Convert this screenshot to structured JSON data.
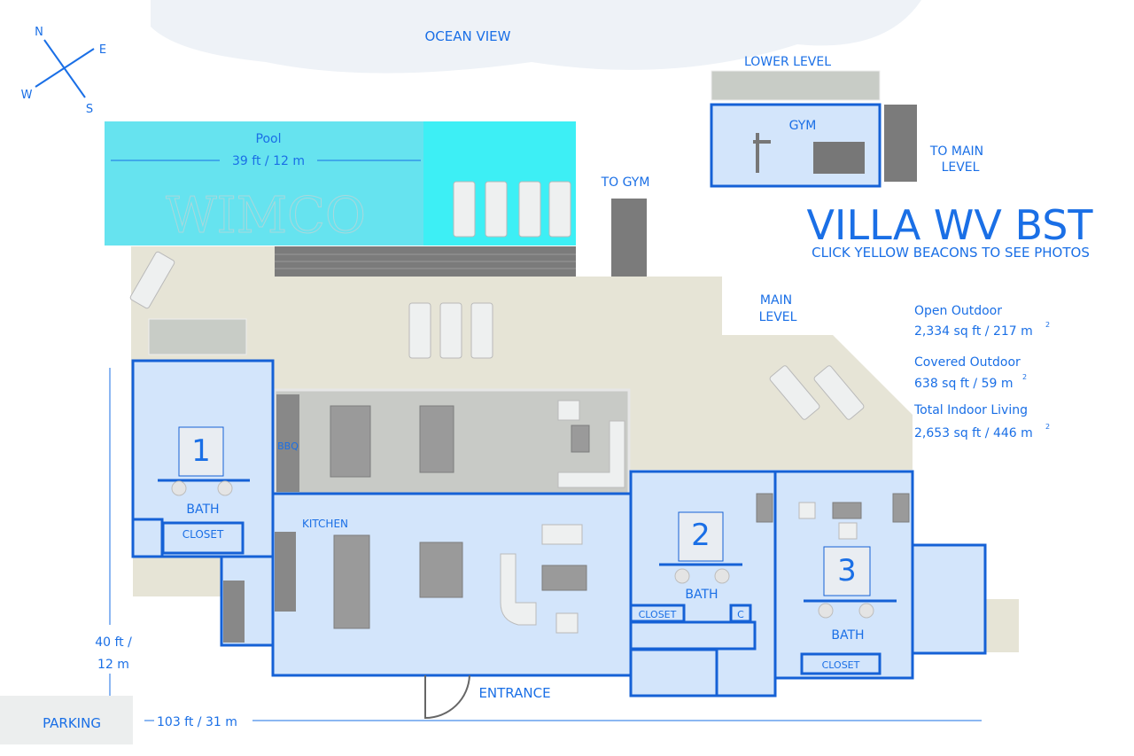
{
  "compass": {
    "n": "N",
    "e": "E",
    "s": "S",
    "w": "W"
  },
  "ocean_view": "OCEAN VIEW",
  "pool": {
    "label": "Pool",
    "dimension": "39 ft / 12 m",
    "watermark": "WIMCO"
  },
  "to_gym": "TO GYM",
  "lower_level": {
    "label": "LOWER LEVEL",
    "gym": "GYM",
    "to_main_1": "TO MAIN",
    "to_main_2": "LEVEL"
  },
  "title": "VILLA WV BST",
  "subtitle": "CLICK YELLOW BEACONS TO SEE PHOTOS",
  "main_level_1": "MAIN",
  "main_level_2": "LEVEL",
  "stats": [
    {
      "label": "Open Outdoor",
      "value": "2,334 sq ft / 217 m",
      "sup": "2"
    },
    {
      "label": "Covered Outdoor",
      "value": "638 sq ft / 59 m",
      "sup": "2"
    },
    {
      "label": "Total Indoor Living",
      "value": "2,653 sq ft / 446 m",
      "sup": "2"
    }
  ],
  "rooms": {
    "bbq": "BBQ",
    "kitchen": "KITCHEN",
    "bed1": "1",
    "bed2": "2",
    "bed3": "3",
    "bath": "BATH",
    "closet": "CLOSET",
    "c": "C",
    "entrance": "ENTRANCE"
  },
  "dimensions": {
    "height_1": "40 ft /",
    "height_2": "12 m",
    "width": "103 ft / 31 m"
  },
  "parking": "PARKING",
  "colors": {
    "accent": "#1a6fe6",
    "room": "#d3e5fb",
    "pool": "#5ee6f0",
    "deck": "#e6e4d6"
  }
}
